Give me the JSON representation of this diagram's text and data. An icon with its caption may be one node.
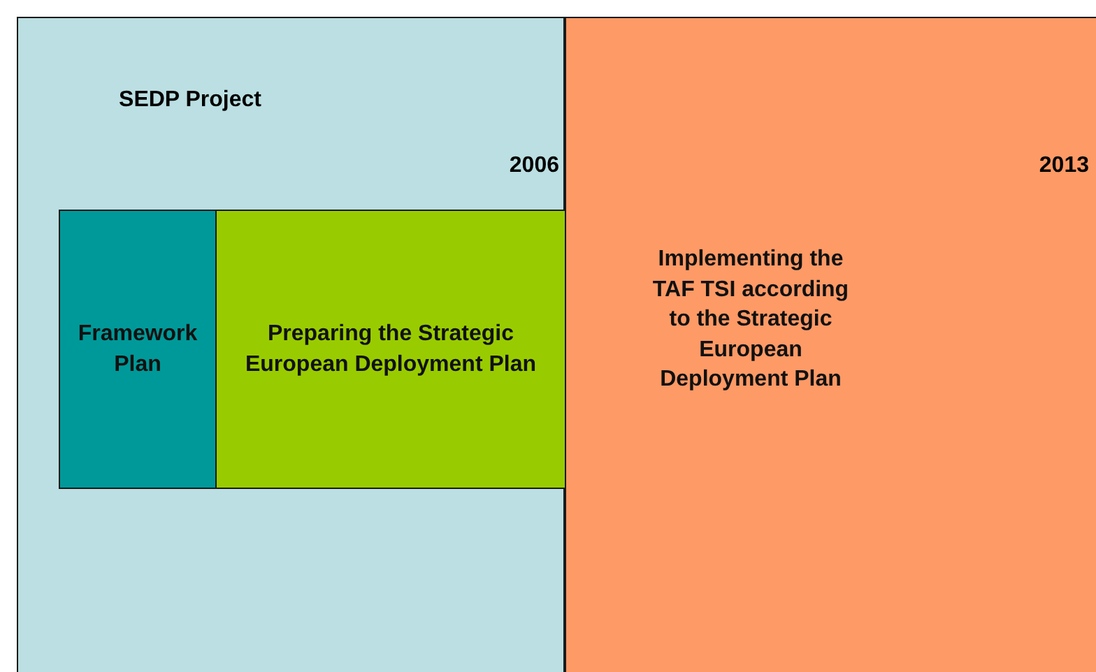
{
  "diagram": {
    "nodes": [
      {
        "text": [
          "SEDP Project",
          "2006"
        ]
      },
      {
        "text": [
          "2013",
          "Implementing the TAF TSI according to the Strategic European Deployment Plan"
        ]
      },
      {
        "text": [
          "Framework Plan"
        ],
        "in": 0
      },
      {
        "text": [
          "Preparing the Strategic European Deployment Plan"
        ],
        "in": 0
      }
    ],
    "edges": []
  }
}
